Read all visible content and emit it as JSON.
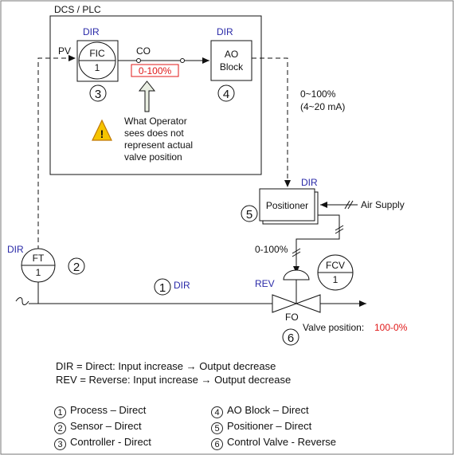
{
  "system": {
    "title": "DCS / PLC"
  },
  "labels": {
    "pv": "PV",
    "co": "CO",
    "co_range": "0-100%",
    "signal_range": "0~100%",
    "signal_current": "(4~20 mA)",
    "air_supply": "Air Supply",
    "positioner_output": "0-100%",
    "fail_mode": "FO",
    "valve_position_label": "Valve position:",
    "valve_position_value": "100-0%"
  },
  "blocks": {
    "fic": {
      "line1": "FIC",
      "line2": "1",
      "action": "DIR",
      "number": "3"
    },
    "ao": {
      "line1": "AO",
      "line2": "Block",
      "action": "DIR",
      "number": "4"
    },
    "positioner": {
      "label": "Positioner",
      "action": "DIR",
      "number": "5"
    },
    "ft": {
      "line1": "FT",
      "line2": "1",
      "action": "DIR",
      "number": "2"
    },
    "fcv": {
      "line1": "FCV",
      "line2": "1",
      "action": "REV",
      "number": "6"
    },
    "process": {
      "action": "DIR",
      "number": "1"
    }
  },
  "warning": {
    "icon": "warning-triangle-icon",
    "lines": [
      "What Operator",
      "sees does not",
      "represent actual",
      "valve position"
    ]
  },
  "definitions": [
    "DIR = Direct: Input increase → Output decrease",
    "REV = Reverse: Input increase → Output decrease"
  ],
  "legend": [
    {
      "num": "1",
      "text": "Process – Direct"
    },
    {
      "num": "2",
      "text": "Sensor – Direct"
    },
    {
      "num": "3",
      "text": "Controller - Direct"
    },
    {
      "num": "4",
      "text": "AO Block – Direct"
    },
    {
      "num": "5",
      "text": "Positioner – Direct"
    },
    {
      "num": "6",
      "text": "Control Valve - Reverse"
    }
  ],
  "colors": {
    "action": "#2a2aa8",
    "highlight": "#e01818",
    "warning": "#f5c400",
    "arrow_fill": "#e9eee2"
  }
}
